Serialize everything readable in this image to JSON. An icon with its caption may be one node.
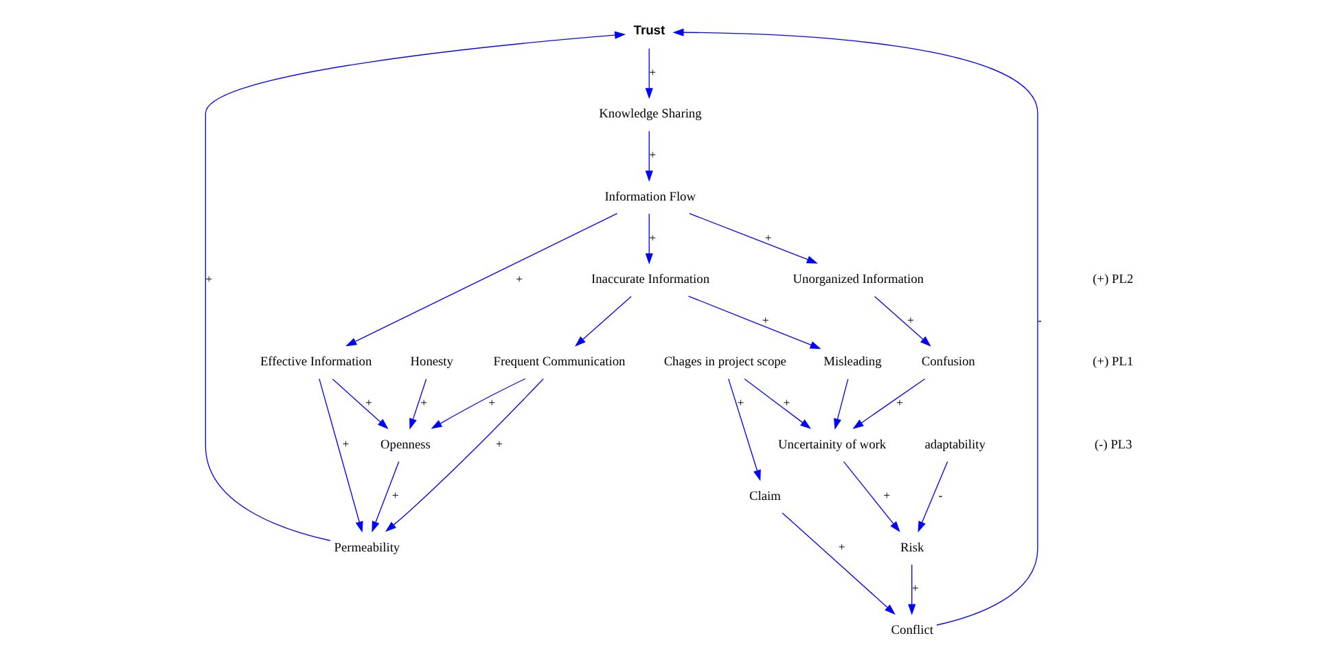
{
  "diagram": {
    "nodes": [
      {
        "text": [
          "Trust"
        ]
      },
      {
        "text": [
          "Conflict"
        ]
      },
      {
        "text": [
          "Claim"
        ]
      },
      {
        "text": [
          "Risk"
        ]
      },
      {
        "text": [
          "adaptability"
        ]
      },
      {
        "text": [
          "Permeability"
        ]
      },
      {
        "text": [
          "Honesty"
        ]
      },
      {
        "text": [
          "Knowledge Sharing"
        ]
      },
      {
        "text": [
          "Uncertainity of work"
        ]
      },
      {
        "text": [
          "Openness"
        ]
      },
      {
        "text": [
          "Information Flow"
        ]
      },
      {
        "text": [
          "Chages in project scope"
        ]
      },
      {
        "text": [
          "Effective Information"
        ]
      },
      {
        "text": [
          "Confusion"
        ]
      },
      {
        "text": [
          "Unorganized Information"
        ]
      },
      {
        "text": [
          "Inaccurate Information"
        ]
      },
      {
        "text": [
          "Misleading"
        ]
      },
      {
        "text": [
          "Frequent Communication"
        ]
      }
    ],
    "edges": [
      {
        "from": 5,
        "to": 0,
        "arrow": "to",
        "label": "+"
      },
      {
        "from": 1,
        "to": 0,
        "arrow": "to",
        "label": "-"
      },
      {
        "from": 2,
        "to": 1,
        "arrow": "to",
        "label": "+"
      },
      {
        "from": 3,
        "to": 1,
        "arrow": "to",
        "label": "+"
      },
      {
        "from": 4,
        "to": 3,
        "arrow": "to",
        "label": "-"
      },
      {
        "from": 8,
        "to": 3,
        "arrow": "to",
        "label": "+"
      },
      {
        "from": 11,
        "to": 2,
        "arrow": "to",
        "label": "+"
      },
      {
        "from": 0,
        "to": 7,
        "arrow": "to",
        "label": "+"
      },
      {
        "from": 7,
        "to": 10,
        "arrow": "to",
        "label": "+"
      },
      {
        "from": 6,
        "to": 9,
        "arrow": "to",
        "label": "+"
      },
      {
        "from": 9,
        "to": 5,
        "arrow": "to",
        "label": "+"
      },
      {
        "from": 12,
        "to": 5,
        "arrow": "to",
        "label": "+"
      },
      {
        "from": 17,
        "to": 5,
        "arrow": "to",
        "label": "+"
      },
      {
        "from": 12,
        "to": 9,
        "arrow": "to",
        "label": "+"
      },
      {
        "from": 17,
        "to": 9,
        "arrow": "to",
        "label": "+"
      },
      {
        "from": 10,
        "to": 12,
        "arrow": "to",
        "label": "+"
      },
      {
        "from": 10,
        "to": 14,
        "arrow": "to",
        "label": "+"
      },
      {
        "from": 10,
        "to": 15,
        "arrow": "to",
        "label": "+"
      },
      {
        "from": 14,
        "to": 13,
        "arrow": "to",
        "label": "+"
      },
      {
        "from": 13,
        "to": 8,
        "arrow": "to",
        "label": "+"
      },
      {
        "from": 11,
        "to": 8,
        "arrow": "to",
        "label": "+"
      },
      {
        "from": 16,
        "to": 8,
        "arrow": "to"
      },
      {
        "from": 15,
        "to": 16,
        "arrow": "to",
        "label": "+"
      },
      {
        "from": 15,
        "to": 17,
        "arrow": "to"
      }
    ],
    "labels": [
      "(+) PL1",
      "(-) PL3",
      "(+) PL2"
    ]
  }
}
